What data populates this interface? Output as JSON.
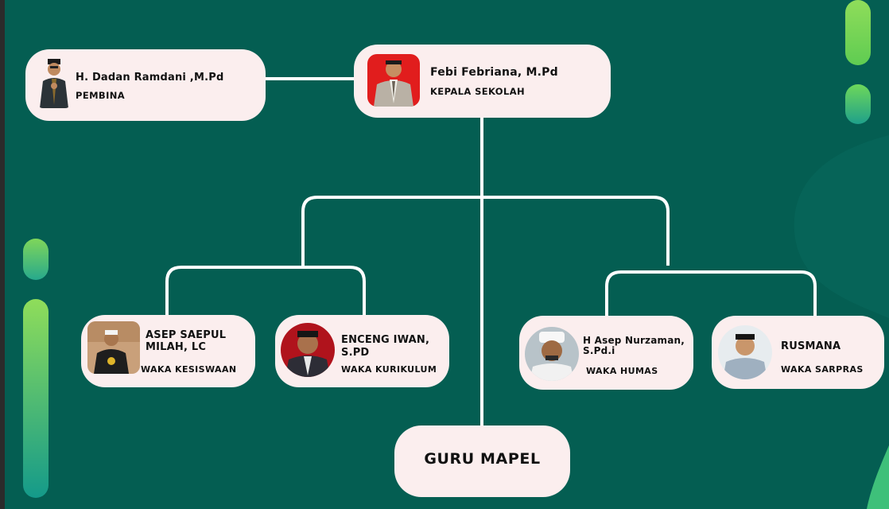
{
  "pembina": {
    "name": "H. Dadan Ramdani ,M.Pd",
    "role": "PEMBINA"
  },
  "kepala": {
    "name": "Febi Febriana, M.Pd",
    "role": "KEPALA SEKOLAH"
  },
  "staff": [
    {
      "name_line1": "ASEP SAEPUL",
      "name_line2": "MILAH, LC",
      "role": "WAKA KESISWAAN"
    },
    {
      "name_line1": "ENCENG IWAN,",
      "name_line2": "S.PD",
      "role": "WAKA KURIKULUM"
    },
    {
      "name_line1": "H Asep Nurzaman,",
      "name_line2": "S.Pd.i",
      "role": "WAKA HUMAS"
    },
    {
      "name_line1": "RUSMANA",
      "name_line2": "",
      "role": "WAKA SARPRAS"
    }
  ],
  "guru": {
    "label": "GURU MAPEL"
  },
  "colors": {
    "background": "#045e52",
    "card": "#fbeeee",
    "line": "#ffffff",
    "accent_green": "#6fd14f"
  }
}
